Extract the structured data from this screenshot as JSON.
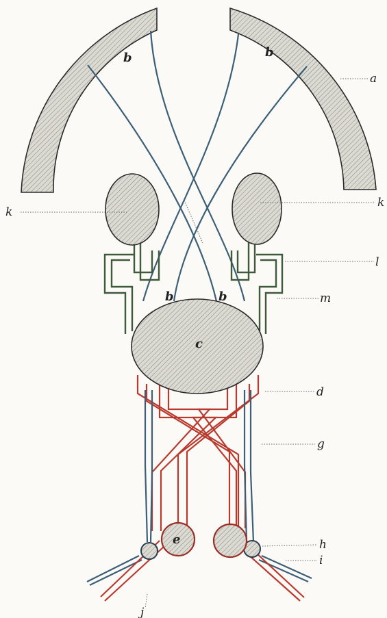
{
  "labels": {
    "a": "a",
    "b_left": "b",
    "b_right": "b",
    "b_lower_left": "b",
    "b_lower_right": "b",
    "c": "c",
    "d": "d",
    "e": "e",
    "g": "g",
    "h": "h",
    "i": "i",
    "j": "j",
    "k_left": "k",
    "k_right": "k",
    "l": "l",
    "m": "m"
  },
  "colors": {
    "blue_nerve": "#3c5f78",
    "red_nerve": "#b83a2e",
    "green_nerve": "#3f5a3a",
    "hatch_fill": "#d9d8cf",
    "hatch_line": "#8a897f",
    "outline": "#2a2a2a"
  }
}
